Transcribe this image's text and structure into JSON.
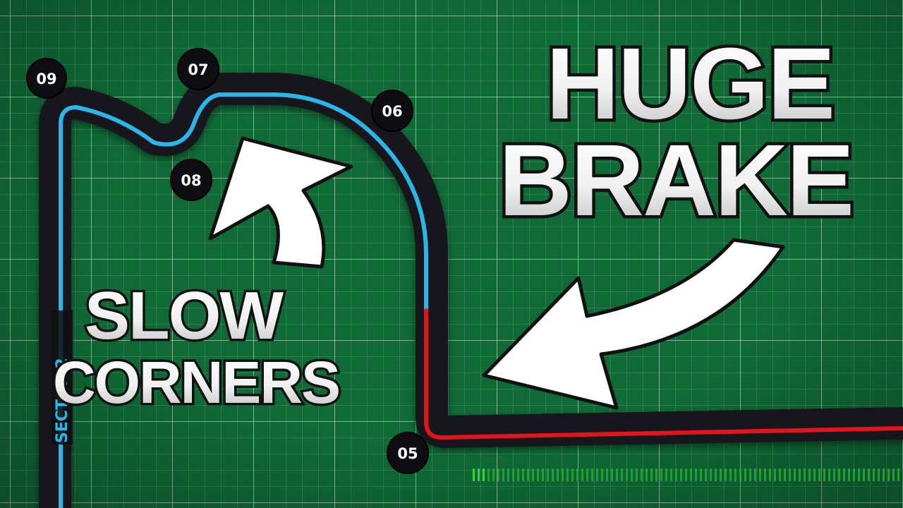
{
  "headline": {
    "line1": "HUGE",
    "line2": "BRAKE"
  },
  "callout": {
    "line1": "SLOW",
    "line2": "CORNERS"
  },
  "sector_label": "SECTOR 2",
  "turns": [
    "09",
    "07",
    "06",
    "08",
    "05"
  ],
  "colors": {
    "background": "#0f6a36",
    "track": "#15151a",
    "fast_line": "#29b6e8",
    "braking_line": "#e3141b",
    "text_fill": "#ffffff",
    "text_outline": "#111111"
  }
}
